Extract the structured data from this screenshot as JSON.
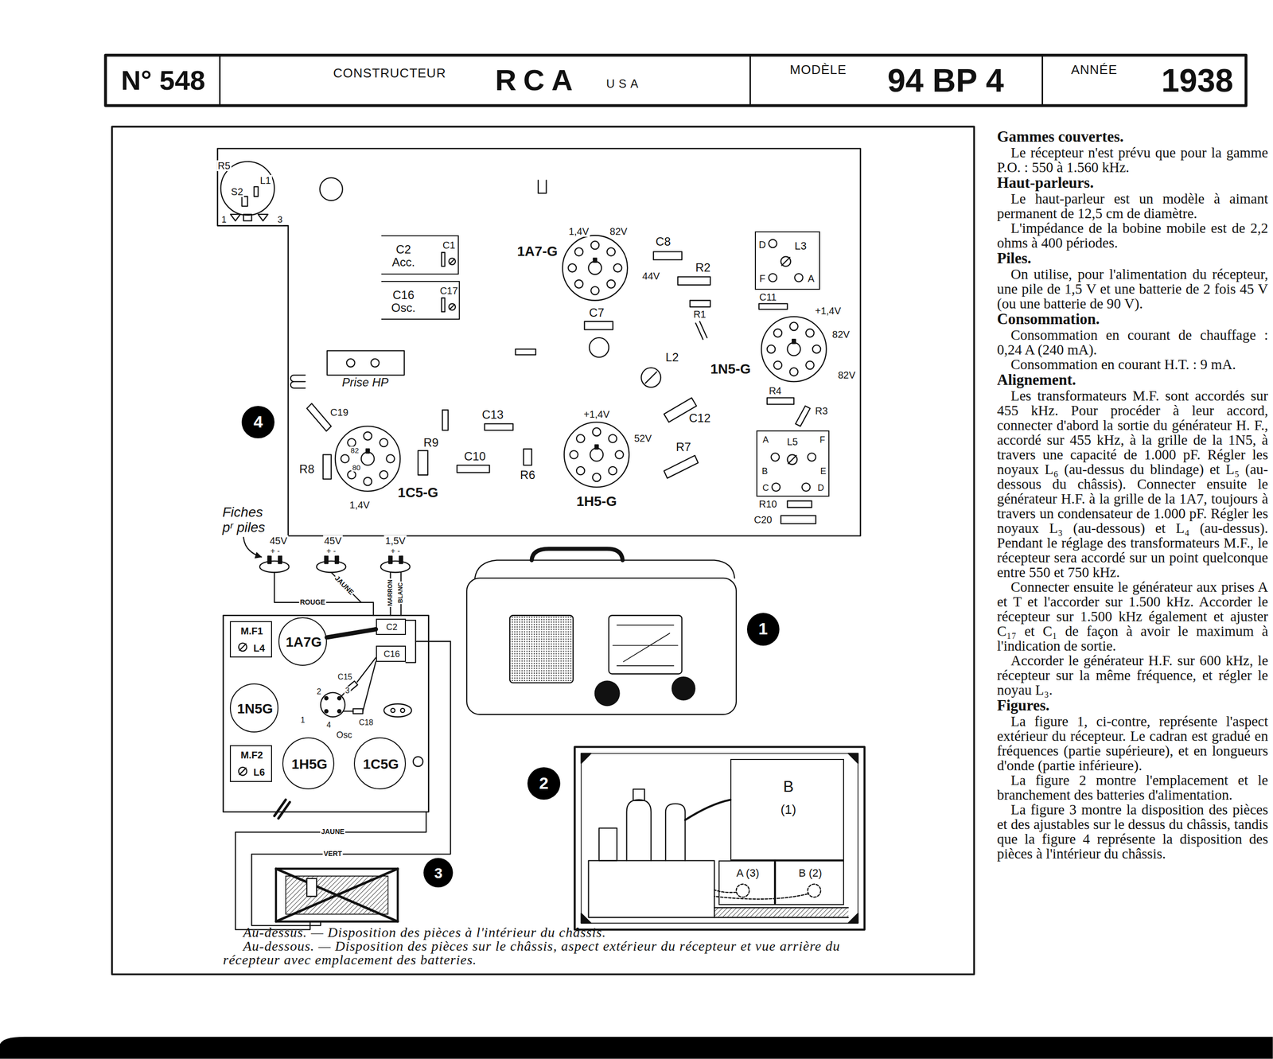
{
  "diagram": {
    "caption": "Au-dessus. — Disposition des pièces à l'intérieur du châssis.",
    "nodes": [
      {
        "text": [
          "N° 548"
        ]
      },
      {
        "text": [
          "CONSTRUCTEUR",
          "RCA",
          "USA"
        ]
      },
      {
        "text": [
          "MODÈLE",
          "94 BP 4"
        ]
      },
      {
        "text": [
          "ANNÉE",
          "1938"
        ]
      },
      {
        "text": [
          "4"
        ]
      },
      {
        "text": [
          "C2 Acc.",
          "C1"
        ]
      },
      {
        "text": [
          "C16 Osc.",
          "C17"
        ]
      },
      {
        "text": [
          "D",
          "L3",
          "F",
          "A"
        ]
      },
      {
        "text": [
          "A",
          "F",
          "L5",
          "B",
          "E",
          "C",
          "D"
        ]
      },
      {
        "text": [
          "M.F1",
          "L4"
        ]
      },
      {
        "text": [
          "1A7G"
        ]
      },
      {
        "text": [
          "C2"
        ]
      },
      {
        "text": [
          "C16"
        ]
      },
      {
        "text": [
          "1N5G"
        ]
      },
      {
        "text": [
          "M.F2",
          "L6"
        ]
      },
      {
        "text": [
          "1H5G"
        ]
      },
      {
        "text": [
          "1C5G"
        ]
      },
      {
        "text": [
          "3"
        ]
      },
      {
        "text": [
          "1"
        ]
      },
      {
        "text": [
          "2"
        ]
      },
      {
        "text": [
          "B",
          "(1)"
        ]
      },
      {
        "text": [
          "A (3)"
        ]
      },
      {
        "text": [
          "B (2)"
        ]
      }
    ],
    "edges": [
      {
        "from": 10,
        "to": 11,
        "arrow": "none"
      }
    ],
    "labels": [
      "R5",
      "S2",
      "L1",
      "1",
      "3",
      "1,4V",
      "82V",
      "44V",
      "1A7-G",
      "C8",
      "R2",
      "R1",
      "C7",
      "C11",
      "+1,4V",
      "82V",
      "82V",
      "1N5-G",
      "L2",
      "Prise HP",
      "C12",
      "R4",
      "R3",
      "C19",
      "R8",
      "82",
      "80",
      "1,4V",
      "1C5-G",
      "R9",
      "C13",
      "C10",
      "R6",
      "+1,4V",
      "52V",
      "1H5-G",
      "R7",
      "R10",
      "C20",
      "Fiches pʳ piles",
      "45V",
      "+ -",
      "45V",
      "+ -",
      "1,5V",
      "+ -",
      "ROUGE",
      "JAUNE",
      "MARRON",
      "BLANC",
      "2",
      "3",
      "1",
      "4",
      "Osc",
      "C15",
      "C18",
      "JAUNE",
      "VERT",
      "Gammes couvertes.",
      "Le récepteur n'est prévu que pour la gamme P.O. : 550 à 1.560 kHz.",
      "Haut-parleurs.",
      "Le haut-parleur est un modèle à aimant permanent de 12,5 cm de diamètre.",
      "L'impédance de la bobine mobile est de 2,2 ohms à 400 périodes.",
      "Piles.",
      "On utilise, pour l'alimentation du récepteur, une pile de 1,5 V et une batterie de 2 fois 45 V (ou une batterie de 90 V).",
      "Consommation.",
      "Consommation en courant de chauffage : 0,24 A (240 mA).",
      "Consommation en courant H.T. : 9 mA.",
      "Alignement.",
      "Les transformateurs M.F. sont accordés sur 455 kHz. Pour procéder à leur accord, connecter d'abord la sortie du générateur H. F., accordé sur 455 kHz, à la grille de la 1N5, à travers une capacité de 1.000 pF. Régler les noyaux L₆ (au-dessus du blindage) et L₅ (au-dessous du châssis). Connecter ensuite le générateur H.F. à la grille de la 1A7, toujours à travers un condensateur de 1.000 pF. Régler les noyaux L₃ (au-dessous) et L₄ (au-dessus). Pendant le réglage des transformateurs M.F., le récepteur sera accordé sur un point quelconque entre 550 et 750 kHz.",
      "Connecter ensuite le générateur aux prises A et T et l'accorder sur 1.500 kHz. Accorder le récepteur sur 1.500 kHz également et ajuster C₁₇ et C₁ de façon à avoir le maximum à l'indication de sortie.",
      "Accorder le générateur H.F. sur 600 kHz, le récepteur sur la même fréquence, et régler le noyau L₃.",
      "Figures.",
      "La figure 1, ci-contre, représente l'aspect extérieur du récepteur. Le cadran est gradué en fréquences (partie supérieure), et en longueurs d'onde (partie inférieure).",
      "La figure 2 montre l'emplacement et le branchement des batteries d'alimentation.",
      "La figure 3 montre la disposition des pièces et des ajustables sur le dessus du châssis, tandis que la figure 4 représente la disposition des pièces à l'intérieur du châssis.",
      "Au-dessous. — Disposition des pièces sur le châssis, aspect extérieur du récepteur et vue arrière du récepteur avec emplacement des batteries."
    ]
  }
}
